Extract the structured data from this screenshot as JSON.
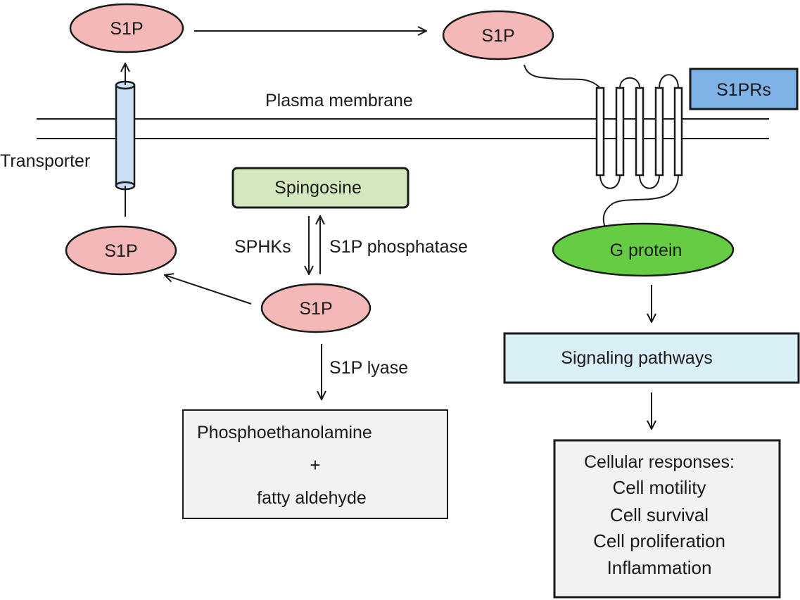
{
  "diagram": {
    "nodes": {
      "s1p_top_left": "S1P",
      "s1p_top_right": "S1P",
      "s1p_left": "S1P",
      "s1p_center": "S1P",
      "s1prs": "S1PRs",
      "sphingosine": "Spingosine",
      "g_protein": "G protein",
      "signaling": "Signaling pathways",
      "products": {
        "line1": "Phosphoethanolamine",
        "plus": "+",
        "line2": "fatty aldehyde"
      },
      "responses": {
        "heading": "Cellular responses:",
        "items": [
          "Cell motility",
          "Cell survival",
          "Cell proliferation",
          "Inflammation"
        ]
      }
    },
    "labels": {
      "membrane": "Plasma membrane",
      "transporter": "Transporter",
      "sphks": "SPHKs",
      "phosphatase": "S1P phosphatase",
      "lyase": "S1P lyase"
    },
    "colors": {
      "s1p_fill": "#f4b8b8",
      "s1prs_fill": "#7fb2e6",
      "sphingosine_fill": "#d4e8c0",
      "g_protein_fill": "#66cc44",
      "signaling_fill": "#d9eff6",
      "gray_box_fill": "#f2f2f2",
      "transporter_fill": "#c9dff5"
    }
  }
}
